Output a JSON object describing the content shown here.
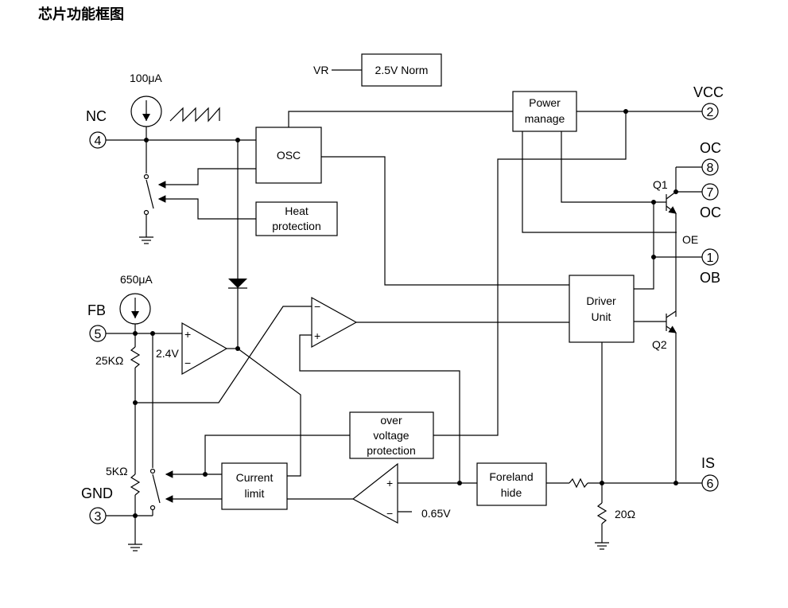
{
  "title": "芯片功能框图",
  "blocks": {
    "vr_norm": "2.5V Norm",
    "power_manage": [
      "Power",
      "manage"
    ],
    "osc": "OSC",
    "heat_protection": [
      "Heat",
      "protection"
    ],
    "driver_unit": [
      "Driver",
      "Unit"
    ],
    "over_voltage": [
      "over",
      "voltage",
      "protection"
    ],
    "current_limit": [
      "Current",
      "limit"
    ],
    "foreland_hide": [
      "Foreland",
      "hide"
    ]
  },
  "pins": [
    {
      "num": "1",
      "name": "OB"
    },
    {
      "num": "2",
      "name": "VCC"
    },
    {
      "num": "3",
      "name": "GND"
    },
    {
      "num": "4",
      "name": "NC"
    },
    {
      "num": "5",
      "name": "FB"
    },
    {
      "num": "6",
      "name": "IS"
    },
    {
      "num": "7",
      "name": "OC"
    },
    {
      "num": "8",
      "name": "OC"
    }
  ],
  "labels": {
    "vr": "VR",
    "i100": "100μA",
    "i650": "650μA",
    "r25k": "25KΩ",
    "r5k": "5KΩ",
    "r20": "20Ω",
    "v24": "2.4V",
    "v065": "0.65V",
    "q1": "Q1",
    "q2": "Q2",
    "oe": "OE",
    "plus": "+",
    "minus": "−"
  }
}
